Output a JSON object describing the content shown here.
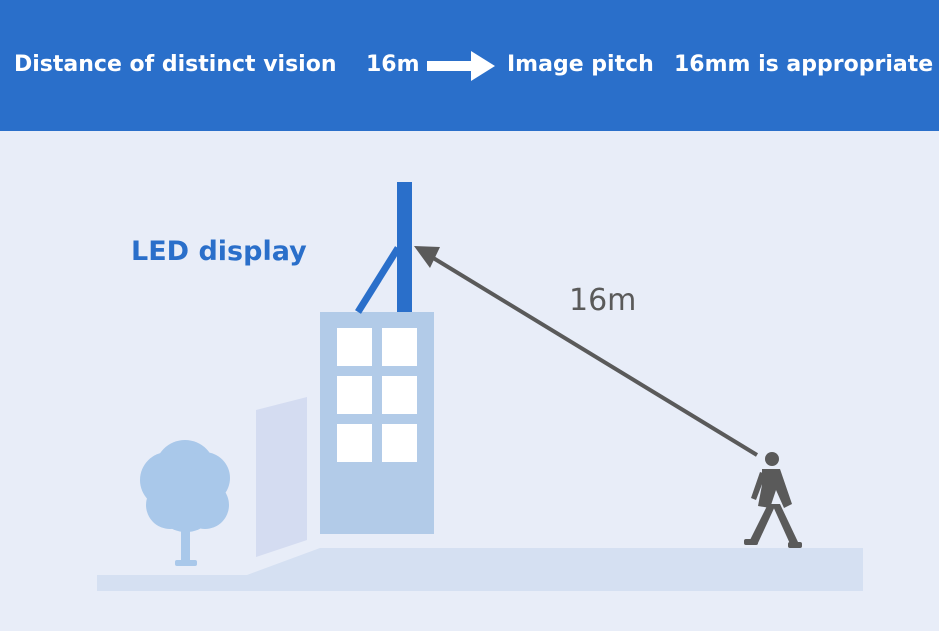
{
  "banner": {
    "distance_label": "Distance of distinct vision",
    "distance_value": "16m",
    "pitch_label": "Image pitch",
    "pitch_value": "16mm is appropriate"
  },
  "scene": {
    "led_label": "LED display",
    "distance_label": "16m"
  },
  "colors": {
    "banner_bg": "#2a6fca",
    "page_bg": "#e8edf8",
    "building": "#b2cbe8",
    "display_pole": "#2a6fca",
    "walker": "#5a5a5a",
    "ground": "#d5e0f2"
  }
}
